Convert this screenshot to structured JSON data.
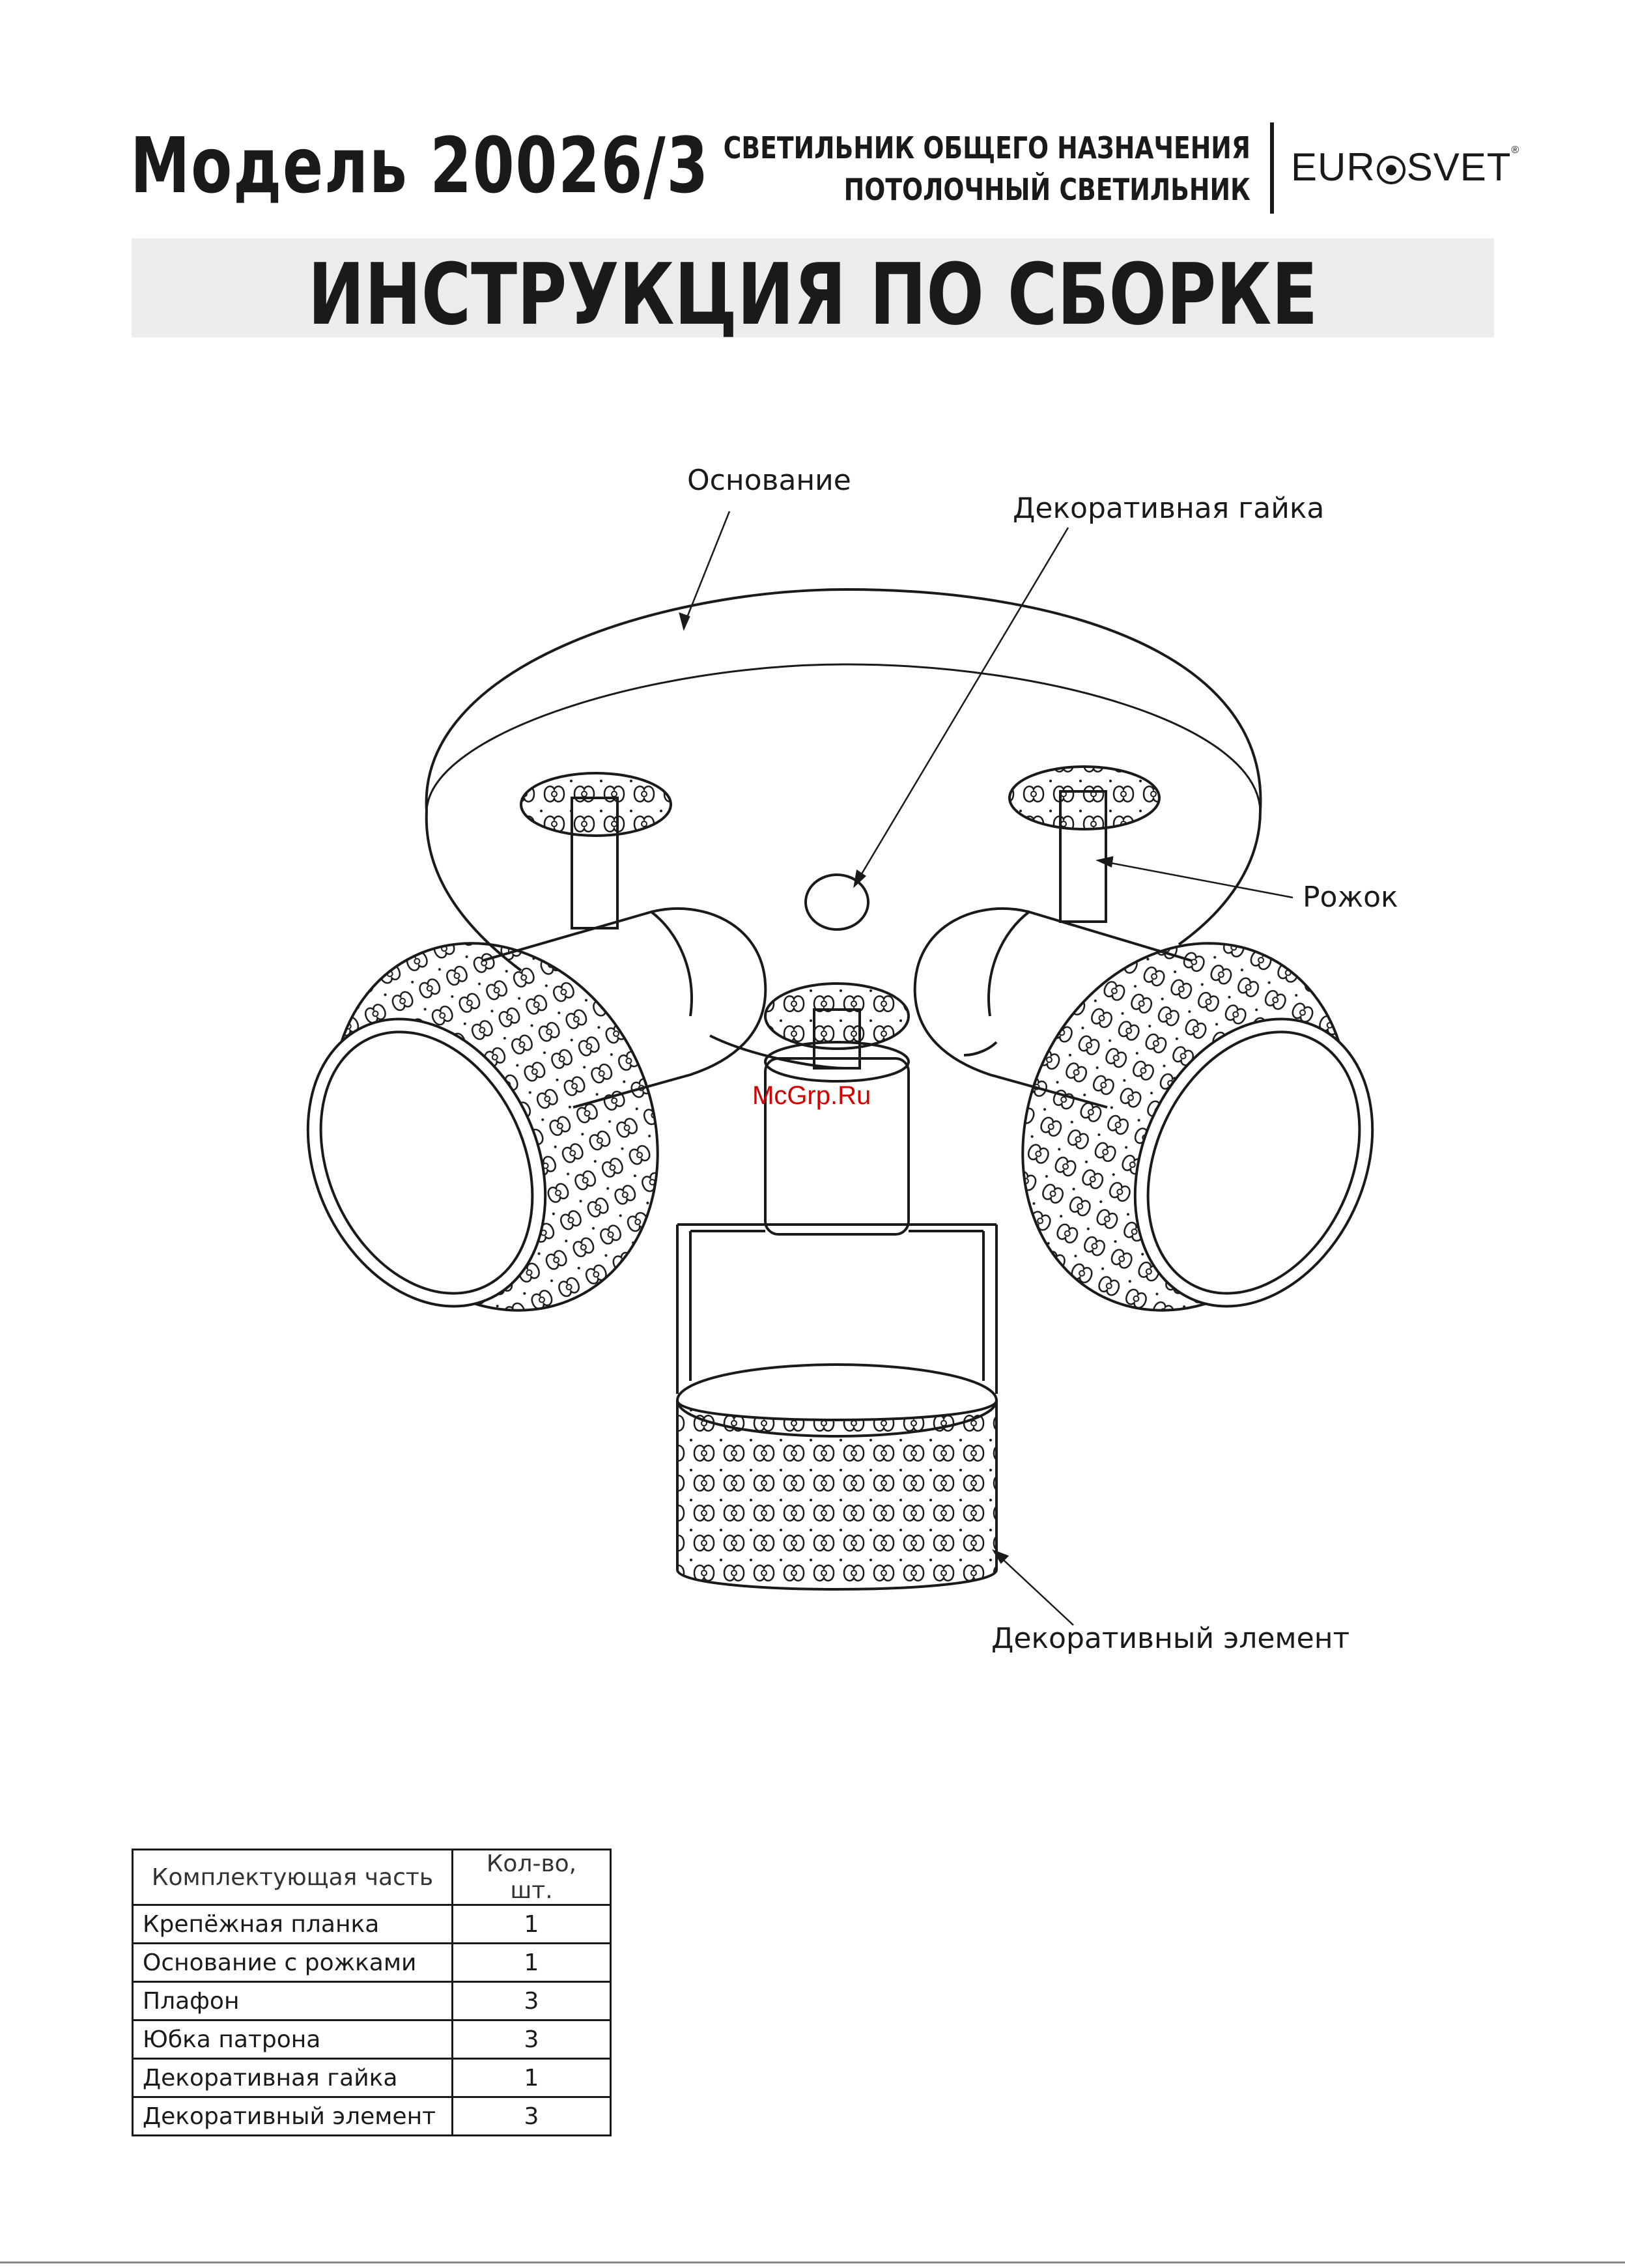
{
  "header": {
    "model_title": "Модель 20026/3",
    "subtitle_line1": "СВЕТИЛЬНИК ОБЩЕГО НАЗНАЧЕНИЯ",
    "subtitle_line2": "ПОТОЛОЧНЫЙ СВЕТИЛЬНИК",
    "brand_left": "EUR",
    "brand_right": "SVET",
    "brand_mark": "®"
  },
  "banner": {
    "title": "ИНСТРУКЦИЯ ПО СБОРКЕ"
  },
  "diagram": {
    "labels": {
      "base": "Основание",
      "decor_nut": "Декоративная гайка",
      "arm": "Рожок",
      "decor_element": "Декоративный элемент"
    },
    "watermark": "McGrp.Ru"
  },
  "parts_table": {
    "headers": [
      "Комплектующая часть",
      "Кол-во, шт."
    ],
    "rows": [
      {
        "name": "Крепёжная планка",
        "qty": "1"
      },
      {
        "name": "Основание с рожками",
        "qty": "1"
      },
      {
        "name": "Плафон",
        "qty": "3"
      },
      {
        "name": "Юбка патрона",
        "qty": "3"
      },
      {
        "name": "Декоративная гайка",
        "qty": "1"
      },
      {
        "name": "Декоративный элемент",
        "qty": "3"
      }
    ]
  }
}
